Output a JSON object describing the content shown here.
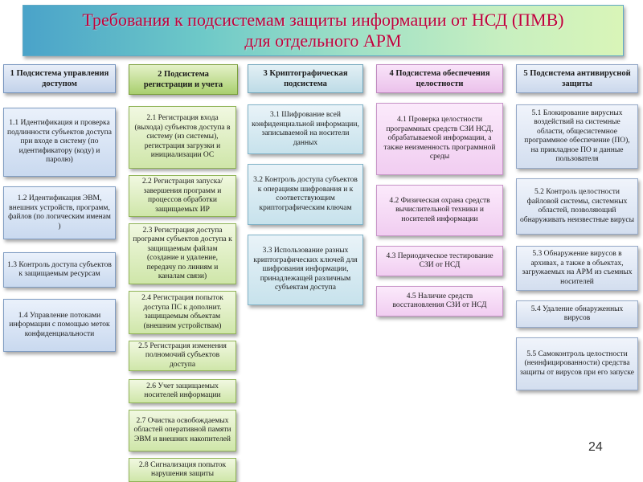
{
  "title": {
    "line1": "Требования к подсистемам защиты информации от НСД (ПМВ)",
    "line2": "для отдельного АРМ"
  },
  "colors": {
    "title_text": "#c0003c",
    "col1": "#c9d9ef",
    "col2": "#cfe6a9",
    "col3": "#c7e2ec",
    "col4": "#f1cdf1",
    "col5": "#d3deef"
  },
  "columns": [
    {
      "header": "1 Подсистема управления доступом",
      "items": [
        "1.1 Идентификация и проверка подлинности субъектов доступа при входе в систему (по идентификатору (коду) и паролю)",
        "1.2 Идентификация ЭВМ, внешних устройств, программ, файлов (по логическим именам )",
        "1.3 Контроль доступа субъектов к защищаемым ресурсам",
        "1.4 Управление потоками информации с помощью меток конфиденциальности"
      ]
    },
    {
      "header": "2 Подсистема регистрации и учета",
      "items": [
        "2.1 Регистрация входа (выхода) субъектов доступа в систему (из системы), регистрация загрузки и инициализации ОС",
        "2.2 Регистрация запуска/завершения программ и процессов обработки защищаемых ИР",
        "2.3 Регистрация доступа программ субъектов доступа к защищаемым файлам (создание и удаление, передачу по линиям и каналам связи)",
        "2.4 Регистрация попыток доступа ПС к дополнит. защищаемым объектам (внешним устройствам)",
        "2.5 Регистрация изменения полномочий субъектов доступа",
        "2.6 Учет защищаемых носителей информации",
        "2.7 Очистка освобождаемых областей оперативной памяти ЭВМ и внешних накопителей",
        "2.8 Сигнализация попыток нарушения защиты"
      ]
    },
    {
      "header": "3 Криптографическая подсистема",
      "items": [
        "3.1 Шифрование всей конфиденциальной информации, записываемой на носители данных",
        "3.2 Контроль доступа субъектов к операциям шифрования и к соответствующим криптографическим ключам",
        "3.3 Использование разных криптографических ключей для шифрования информации, принадлежащей различным субъектам доступа"
      ]
    },
    {
      "header": "4 Подсистема обеспечения целостности",
      "items": [
        "4.1 Проверка целостности программных средств СЗИ НСД, обрабатываемой информации, а также неизменность программной среды",
        "4.2 Физическая охрана средств вычислительной техники и носителей информации",
        "4.3 Периодическое тестирование СЗИ от НСД",
        "4.5 Наличие средств восстановления СЗИ от НСД"
      ]
    },
    {
      "header": "5 Подсистема антивирусной защиты",
      "items": [
        "5.1 Блокирование вирусных воздействий на системные области, общесистемное программное обеспечение (ПО), на прикладное ПО и данные пользователя",
        "5.2 Контроль целостности файловой системы, системных областей, позволяющий обнаруживать неизвестные вирусы",
        "5.3 Обнаружение вирусов в архивах, а также в объектах, загружаемых на АРМ из съемных носителей",
        "5.4 Удаление обнаруженных вирусов",
        "5.5 Самоконтроль целостности (неинфицированности) средства защиты от вирусов при его запуске"
      ]
    }
  ],
  "page_number": "24"
}
